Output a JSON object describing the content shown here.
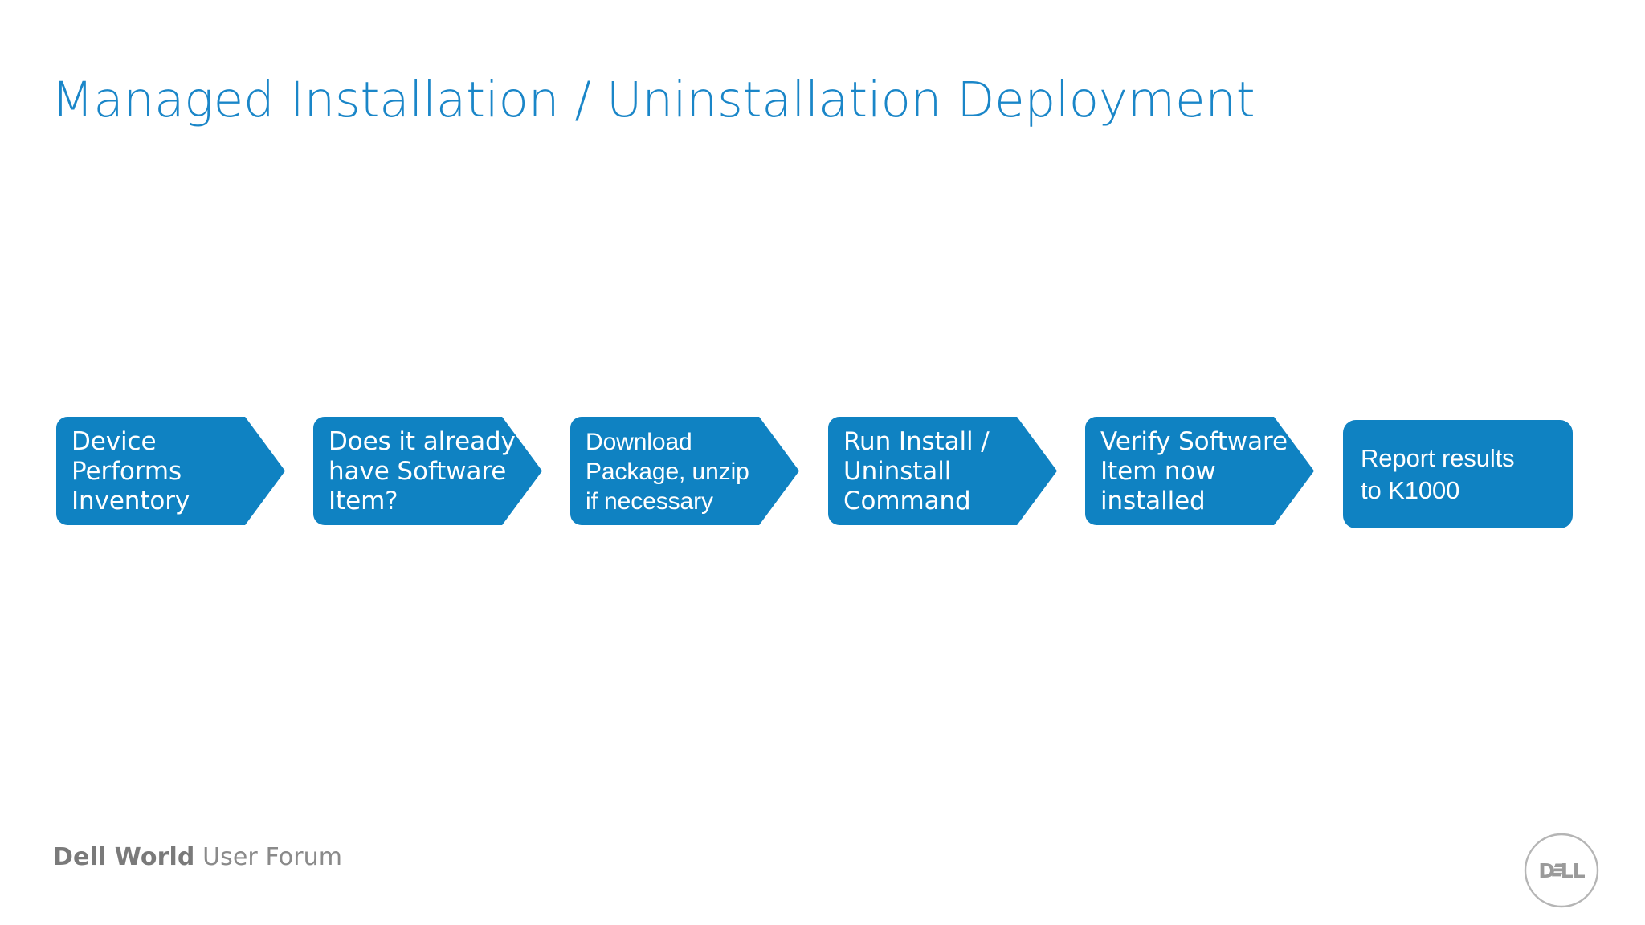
{
  "slide": {
    "title": "Managed Installation / Uninstallation Deployment",
    "background_color": "#ffffff",
    "title_color": "#1a86c8",
    "accent_color": "#0f82c2"
  },
  "flow": {
    "steps": [
      {
        "label": "Device\nPerforms\nInventory",
        "shape": "chevron",
        "order": 1
      },
      {
        "label": "Does it already\nhave Software\nItem?",
        "shape": "chevron",
        "order": 2
      },
      {
        "label": "Download\nPackage, unzip\nif necessary",
        "shape": "chevron",
        "order": 3
      },
      {
        "label": "Run Install /\nUninstall\nCommand",
        "shape": "chevron",
        "order": 4
      },
      {
        "label": "Verify Software\nItem now\ninstalled",
        "shape": "chevron",
        "order": 5
      },
      {
        "label": "Report results\nto K1000",
        "shape": "rounded-rectangle",
        "order": 6
      }
    ]
  },
  "footer": {
    "brand_strong": "Dell World",
    "brand_light": " User Forum",
    "logo_text": "DELL",
    "logo_color": "#9a9a9a"
  }
}
